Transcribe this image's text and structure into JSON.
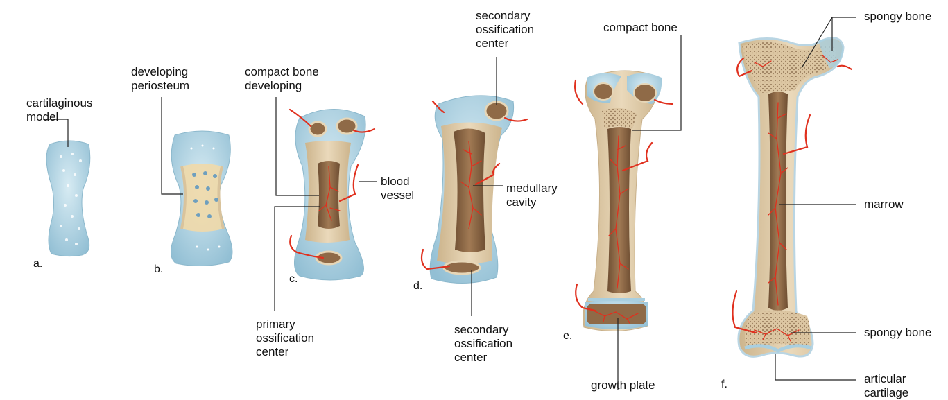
{
  "labels": {
    "cartilaginous_model": "cartilaginous\nmodel",
    "developing_periosteum": "developing\nperiosteum",
    "compact_bone_developing": "compact bone\ndeveloping",
    "blood_vessel": "blood\nvessel",
    "primary_ossification_center": "primary\nossification\ncenter",
    "secondary_ossification_center_top": "secondary\nossification\ncenter",
    "medullary_cavity": "medullary\ncavity",
    "secondary_ossification_center_bottom": "secondary\nossification\ncenter",
    "compact_bone": "compact bone",
    "growth_plate": "growth plate",
    "spongy_bone_top": "spongy bone",
    "marrow": "marrow",
    "spongy_bone_bottom": "spongy bone",
    "articular_cartilage": "articular\ncartilage"
  },
  "stages": [
    "a.",
    "b.",
    "c.",
    "d.",
    "e.",
    "f."
  ],
  "colors": {
    "cartilage": "#a9cfe0",
    "bone": "#e2cfae",
    "marrow_cavity": "#8f6a47",
    "vessel": "#e0301e"
  }
}
